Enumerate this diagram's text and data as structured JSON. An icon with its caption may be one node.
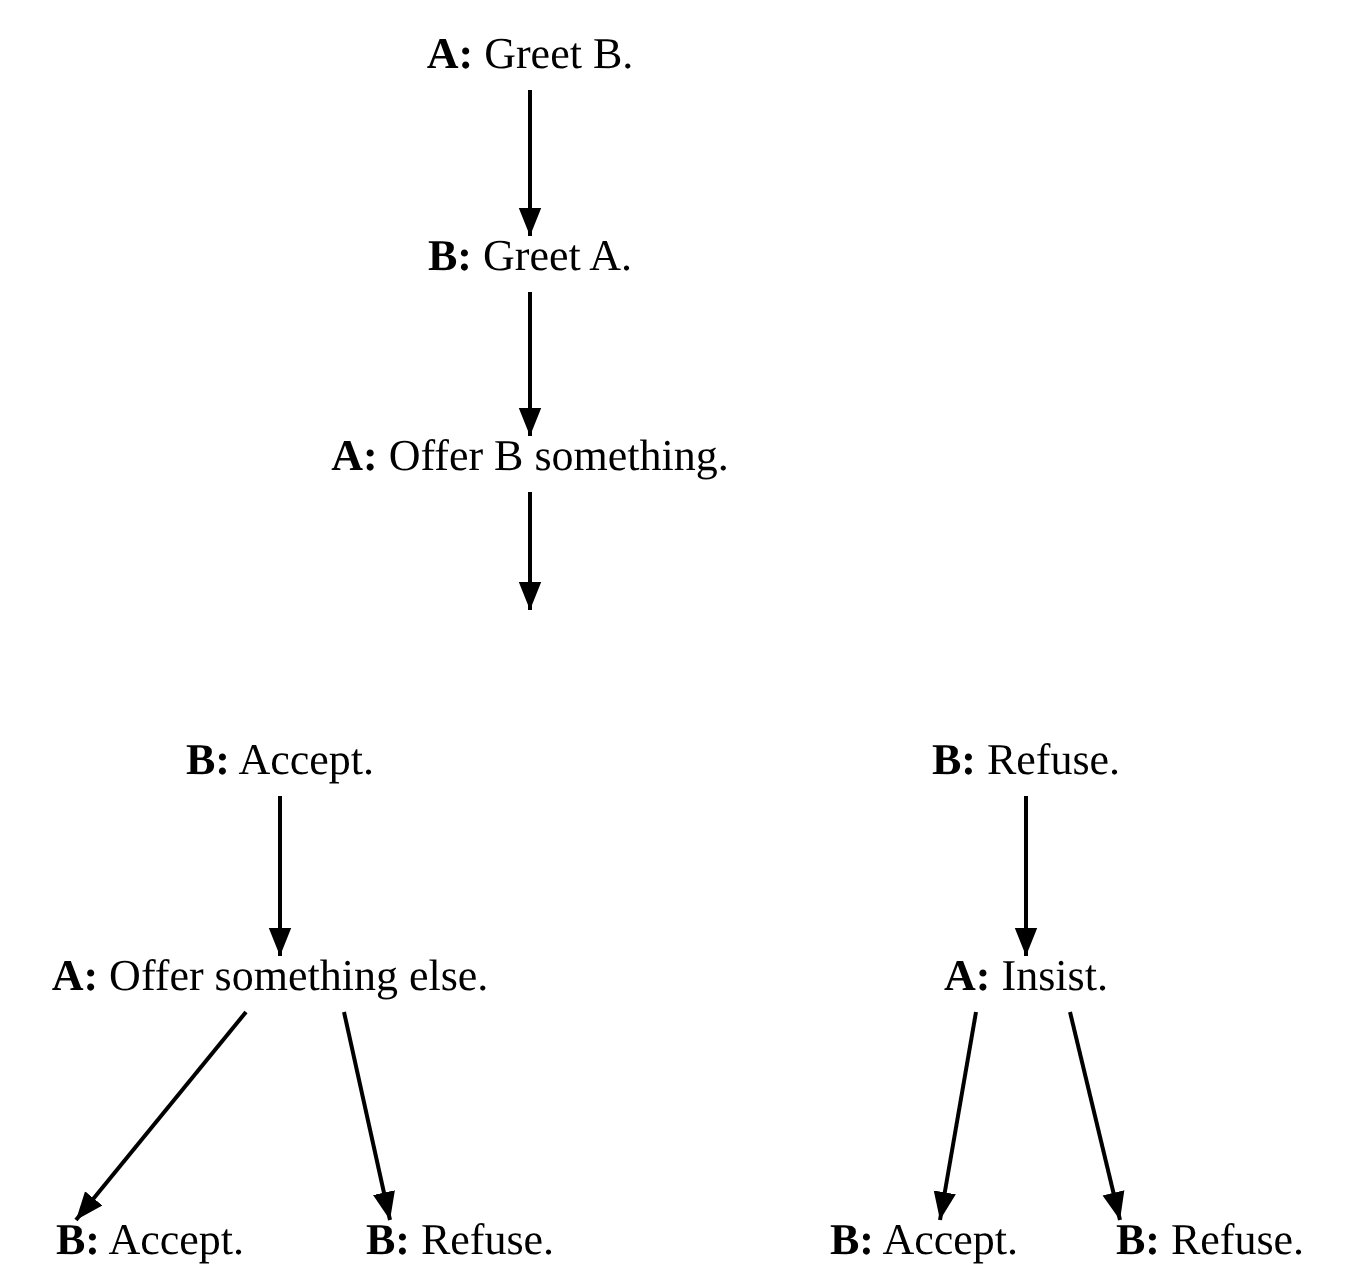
{
  "diagram": {
    "nodes": [
      {
        "text": [
          "**A:** Greet B."
        ]
      },
      {
        "text": [
          "**B:** Greet A."
        ]
      },
      {
        "text": [
          "**A:** Offer B something."
        ]
      },
      {
        "text": [
          "**B:** Accept."
        ]
      },
      {
        "text": [
          "**B:** Refuse."
        ]
      },
      {
        "text": [
          "**A:** Offer something else."
        ]
      },
      {
        "text": [
          "**A:** Insist."
        ]
      },
      {
        "text": [
          "**B:** Accept."
        ]
      },
      {
        "text": [
          "**B:** Refuse."
        ]
      },
      {
        "text": [
          "**B:** Accept."
        ]
      },
      {
        "text": [
          "**B:** Refuse."
        ]
      }
    ],
    "edges": [
      {
        "from": 0,
        "to": 1,
        "arrow": "to"
      },
      {
        "from": 1,
        "to": 2,
        "arrow": "to"
      },
      {
        "from": 2,
        "to": null,
        "arrow": "to"
      },
      {
        "from": 3,
        "to": 5,
        "arrow": "to"
      },
      {
        "from": 4,
        "to": 6,
        "arrow": "to"
      },
      {
        "from": 5,
        "to": 7,
        "arrow": "to"
      },
      {
        "from": 5,
        "to": 8,
        "arrow": "to"
      },
      {
        "from": 6,
        "to": 9,
        "arrow": "to"
      },
      {
        "from": 6,
        "to": 10,
        "arrow": "to"
      }
    ]
  }
}
